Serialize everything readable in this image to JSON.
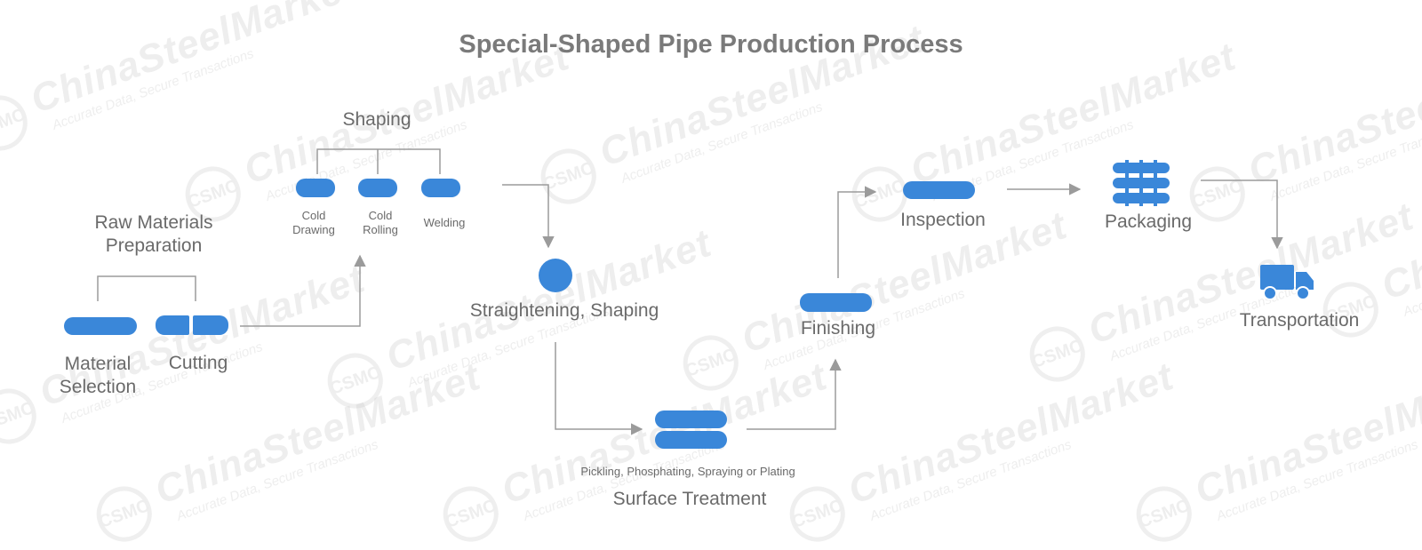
{
  "title": "Special-Shaped Pipe Production Process",
  "colors": {
    "accent": "#3a87d9",
    "line": "#9b9b9b",
    "text": "#6a6a6a",
    "title": "#7a7a7a"
  },
  "watermark": {
    "brand": "ChinaSteelMarket",
    "logo": "CSMC",
    "tagline": "Accurate Data, Secure Transactions"
  },
  "groups": {
    "raw_materials": "Raw Materials Preparation",
    "shaping": "Shaping"
  },
  "steps": {
    "material_selection": "Material Selection",
    "cutting": "Cutting",
    "cold_drawing": "Cold Drawing",
    "cold_rolling": "Cold Rolling",
    "welding": "Welding",
    "straightening": "Straightening, Shaping",
    "surface_treatment": "Surface Treatment",
    "surface_detail": "Pickling, Phosphating, Spraying or Plating",
    "finishing": "Finishing",
    "inspection": "Inspection",
    "packaging": "Packaging",
    "transportation": "Transportation"
  },
  "icons": {
    "truck": "truck-icon",
    "packaging": "pipe-bundle-icon",
    "cutting": "cut-pipe-icon"
  }
}
